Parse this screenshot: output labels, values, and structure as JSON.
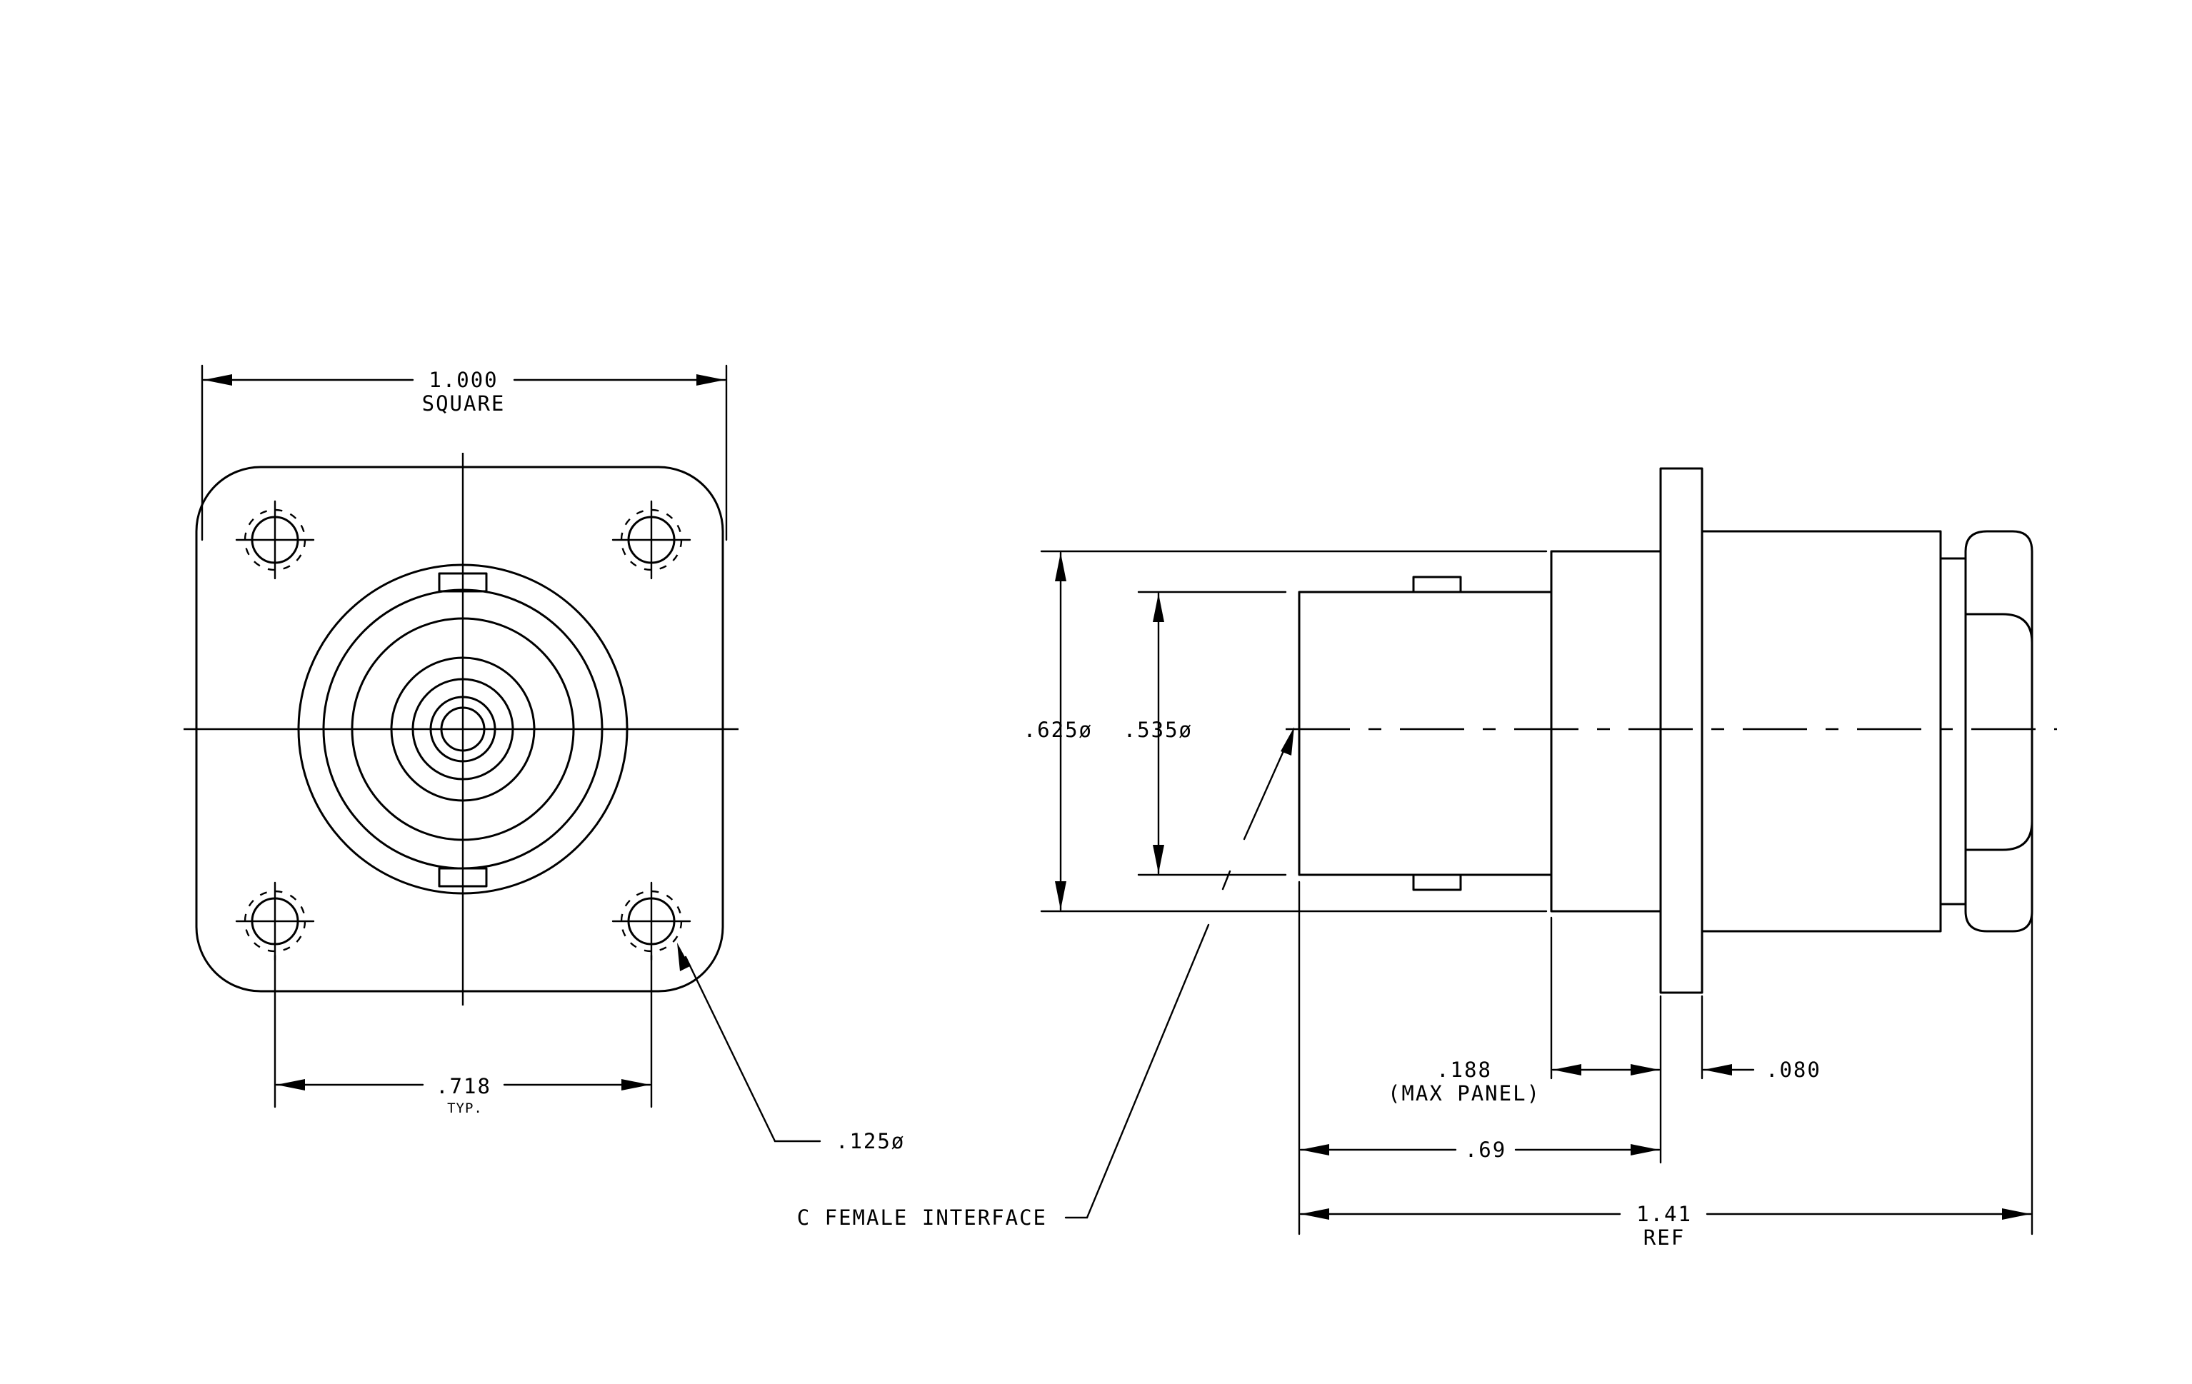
{
  "dimensions": {
    "width_value": "1.000",
    "width_note": "SQUARE",
    "hole_spacing_value": ".718",
    "hole_spacing_note": "TYP.",
    "hole_diameter": ".125ø",
    "body_outer_diameter": ".625ø",
    "body_inner_diameter": ".535ø",
    "panel_value": ".188",
    "panel_note": "(MAX PANEL)",
    "flange_thickness": ".080",
    "front_length": ".69",
    "overall_length_value": "1.41",
    "overall_length_note": "REF"
  },
  "callouts": {
    "interface": "C FEMALE INTERFACE"
  }
}
